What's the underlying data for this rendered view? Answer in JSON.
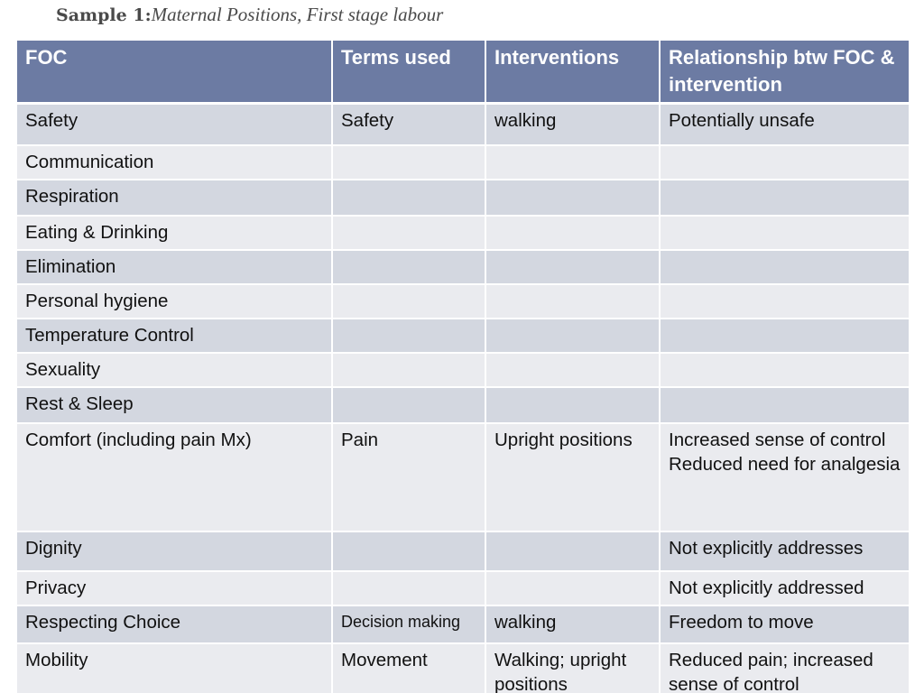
{
  "title": {
    "lead": "Sample 1:",
    "rest": "Maternal Positions, First stage labour"
  },
  "table": {
    "headers": [
      "FOC",
      "Terms used",
      "Interventions",
      "Relationship btw FOC  & intervention"
    ],
    "rows": [
      {
        "foc": "Safety",
        "terms": "Safety",
        "interventions": "walking",
        "relationship": "Potentially unsafe"
      },
      {
        "foc": "Communication",
        "terms": "",
        "interventions": "",
        "relationship": ""
      },
      {
        "foc": "Respiration",
        "terms": "",
        "interventions": "",
        "relationship": ""
      },
      {
        "foc": "Eating & Drinking",
        "terms": "",
        "interventions": "",
        "relationship": ""
      },
      {
        "foc": "Elimination",
        "terms": "",
        "interventions": "",
        "relationship": ""
      },
      {
        "foc": "Personal hygiene",
        "terms": "",
        "interventions": "",
        "relationship": ""
      },
      {
        "foc": "Temperature Control",
        "terms": "",
        "interventions": "",
        "relationship": ""
      },
      {
        "foc": "Sexuality",
        "terms": "",
        "interventions": "",
        "relationship": ""
      },
      {
        "foc": "Rest & Sleep",
        "terms": "",
        "interventions": "",
        "relationship": ""
      },
      {
        "foc": "Comfort (including pain Mx)",
        "terms": "Pain",
        "interventions": "Upright positions",
        "relationship": "Increased sense of control\nReduced need for analgesia"
      },
      {
        "foc": "Dignity",
        "terms": "",
        "interventions": "",
        "relationship": "Not explicitly addresses"
      },
      {
        "foc": "Privacy",
        "terms": "",
        "interventions": "",
        "relationship": "Not explicitly addressed"
      },
      {
        "foc": "Respecting Choice",
        "terms": "Decision making",
        "interventions": "walking",
        "relationship": "Freedom to move"
      },
      {
        "foc": "Mobility",
        "terms": "Movement",
        "interventions": "Walking; upright positions",
        "relationship": "Reduced pain; increased sense of control"
      }
    ]
  },
  "colors": {
    "header_bg": "#6c7ba3",
    "row_dark": "#d3d7e0",
    "row_light": "#eaebef"
  }
}
